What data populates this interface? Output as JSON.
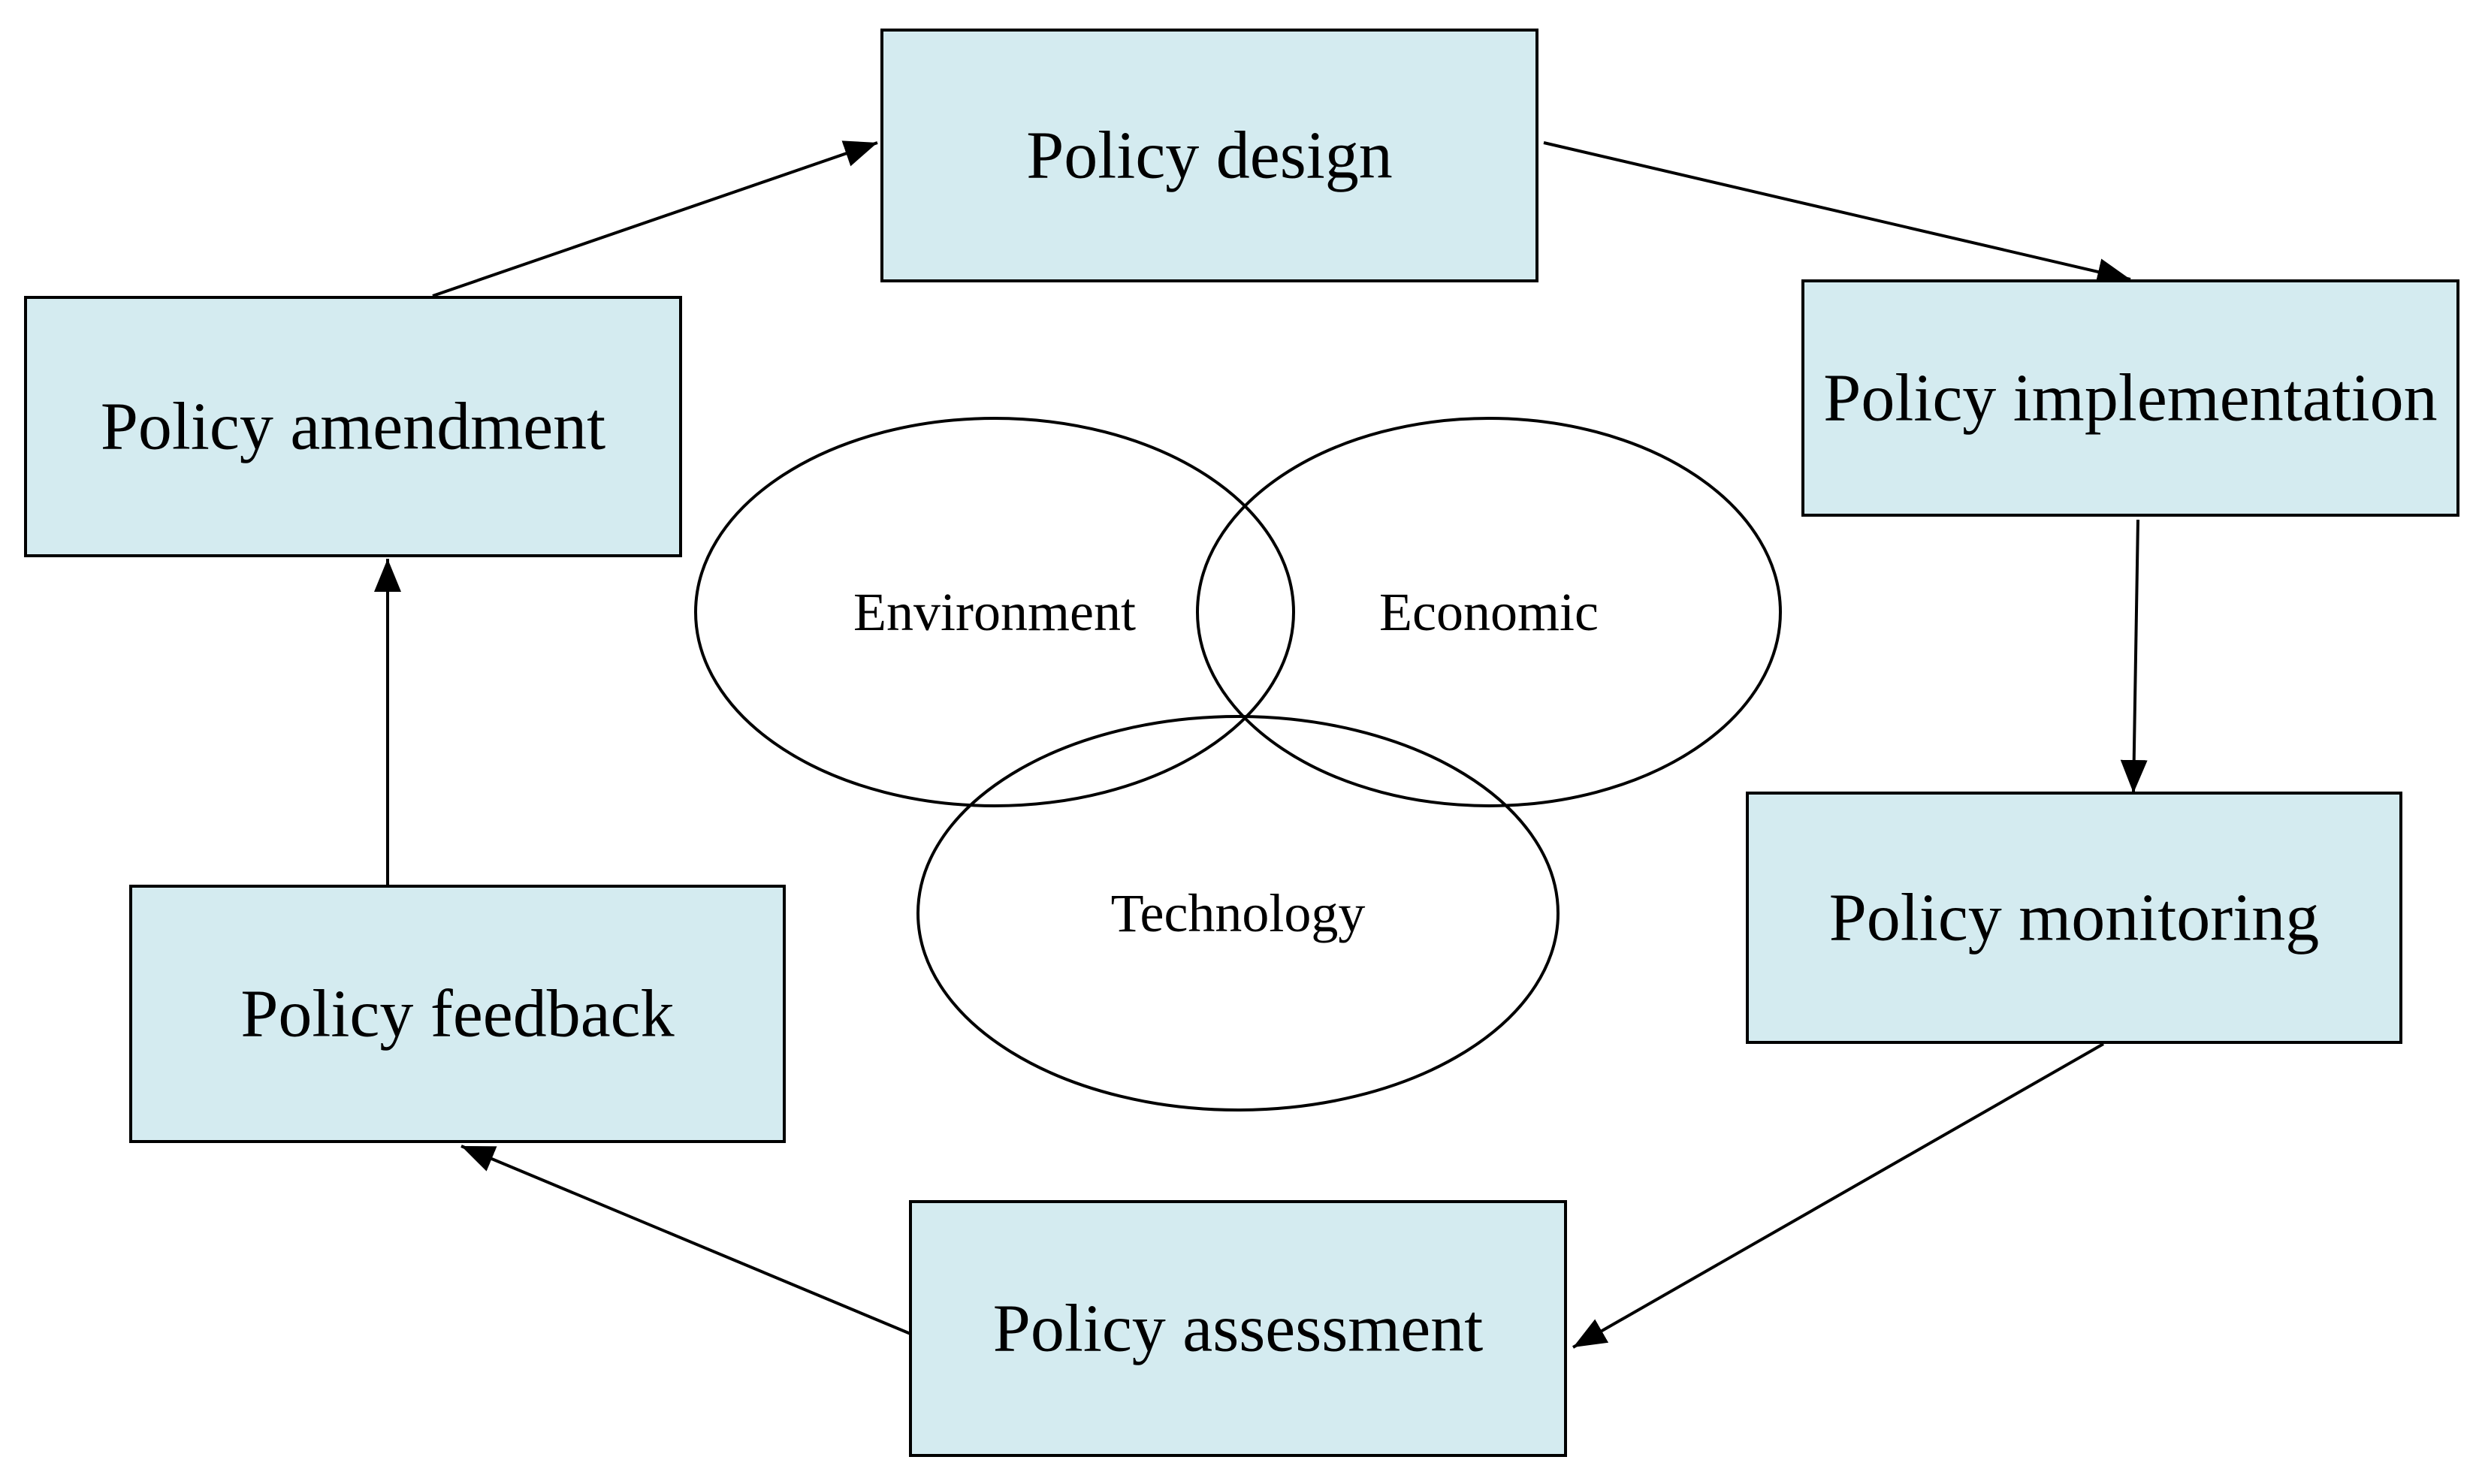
{
  "diagram": {
    "style": {
      "node_fill": "#d4ebf0",
      "node_stroke": "#000000",
      "edge_color": "#000000",
      "background": "#ffffff"
    },
    "nodes": [
      {
        "id": "design",
        "label": "Policy design"
      },
      {
        "id": "implementation",
        "label": "Policy implementation"
      },
      {
        "id": "monitoring",
        "label": "Policy monitoring"
      },
      {
        "id": "assessment",
        "label": "Policy assessment"
      },
      {
        "id": "feedback",
        "label": "Policy feedback"
      },
      {
        "id": "amendment",
        "label": "Policy amendment"
      }
    ],
    "edges": [
      {
        "from": "design",
        "to": "implementation"
      },
      {
        "from": "implementation",
        "to": "monitoring"
      },
      {
        "from": "monitoring",
        "to": "assessment"
      },
      {
        "from": "assessment",
        "to": "feedback"
      },
      {
        "from": "feedback",
        "to": "amendment"
      },
      {
        "from": "amendment",
        "to": "design"
      }
    ],
    "venn": [
      {
        "id": "environment",
        "label": "Environment"
      },
      {
        "id": "economic",
        "label": "Economic"
      },
      {
        "id": "technology",
        "label": "Technology"
      }
    ]
  }
}
